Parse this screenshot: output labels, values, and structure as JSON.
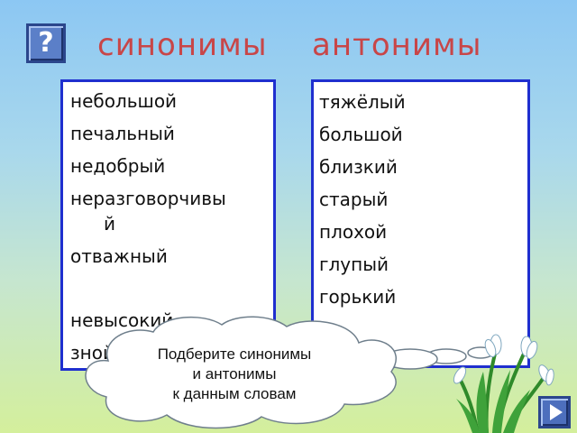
{
  "help_button": {
    "symbol": "?"
  },
  "headings": {
    "synonyms": "синонимы",
    "antonyms": "антонимы"
  },
  "synonyms_box": {
    "words": [
      "небольшой",
      "печальный",
      "недобрый",
      "неразговорчивы",
      "й",
      "отважный",
      "невысокий",
      "зной"
    ]
  },
  "antonyms_box": {
    "words": [
      "тяжёлый",
      "большой",
      "близкий",
      "старый",
      "плохой",
      "глупый",
      "горький"
    ]
  },
  "cloud": {
    "line1": "Подберите  синонимы",
    "line2": "и  антонимы",
    "line3": "к  данным  словам"
  },
  "next_button": {
    "icon": "play-arrow-icon"
  },
  "colors": {
    "heading": "#c84648",
    "box_border": "#1f2fcf",
    "button": "#4d6fbd"
  }
}
